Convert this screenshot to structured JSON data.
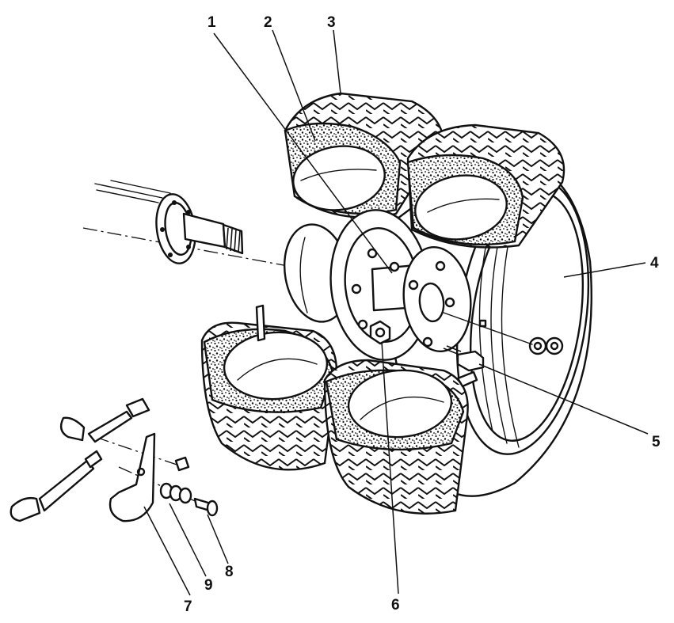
{
  "callouts": [
    {
      "id": "1",
      "label": "1"
    },
    {
      "id": "2",
      "label": "2"
    },
    {
      "id": "3",
      "label": "3"
    },
    {
      "id": "4",
      "label": "4"
    },
    {
      "id": "5",
      "label": "5"
    },
    {
      "id": "6",
      "label": "6"
    },
    {
      "id": "7",
      "label": "7"
    },
    {
      "id": "8",
      "label": "8"
    },
    {
      "id": "9",
      "label": "9"
    }
  ],
  "colors": {
    "ink": "#111111",
    "paper": "#ffffff"
  }
}
